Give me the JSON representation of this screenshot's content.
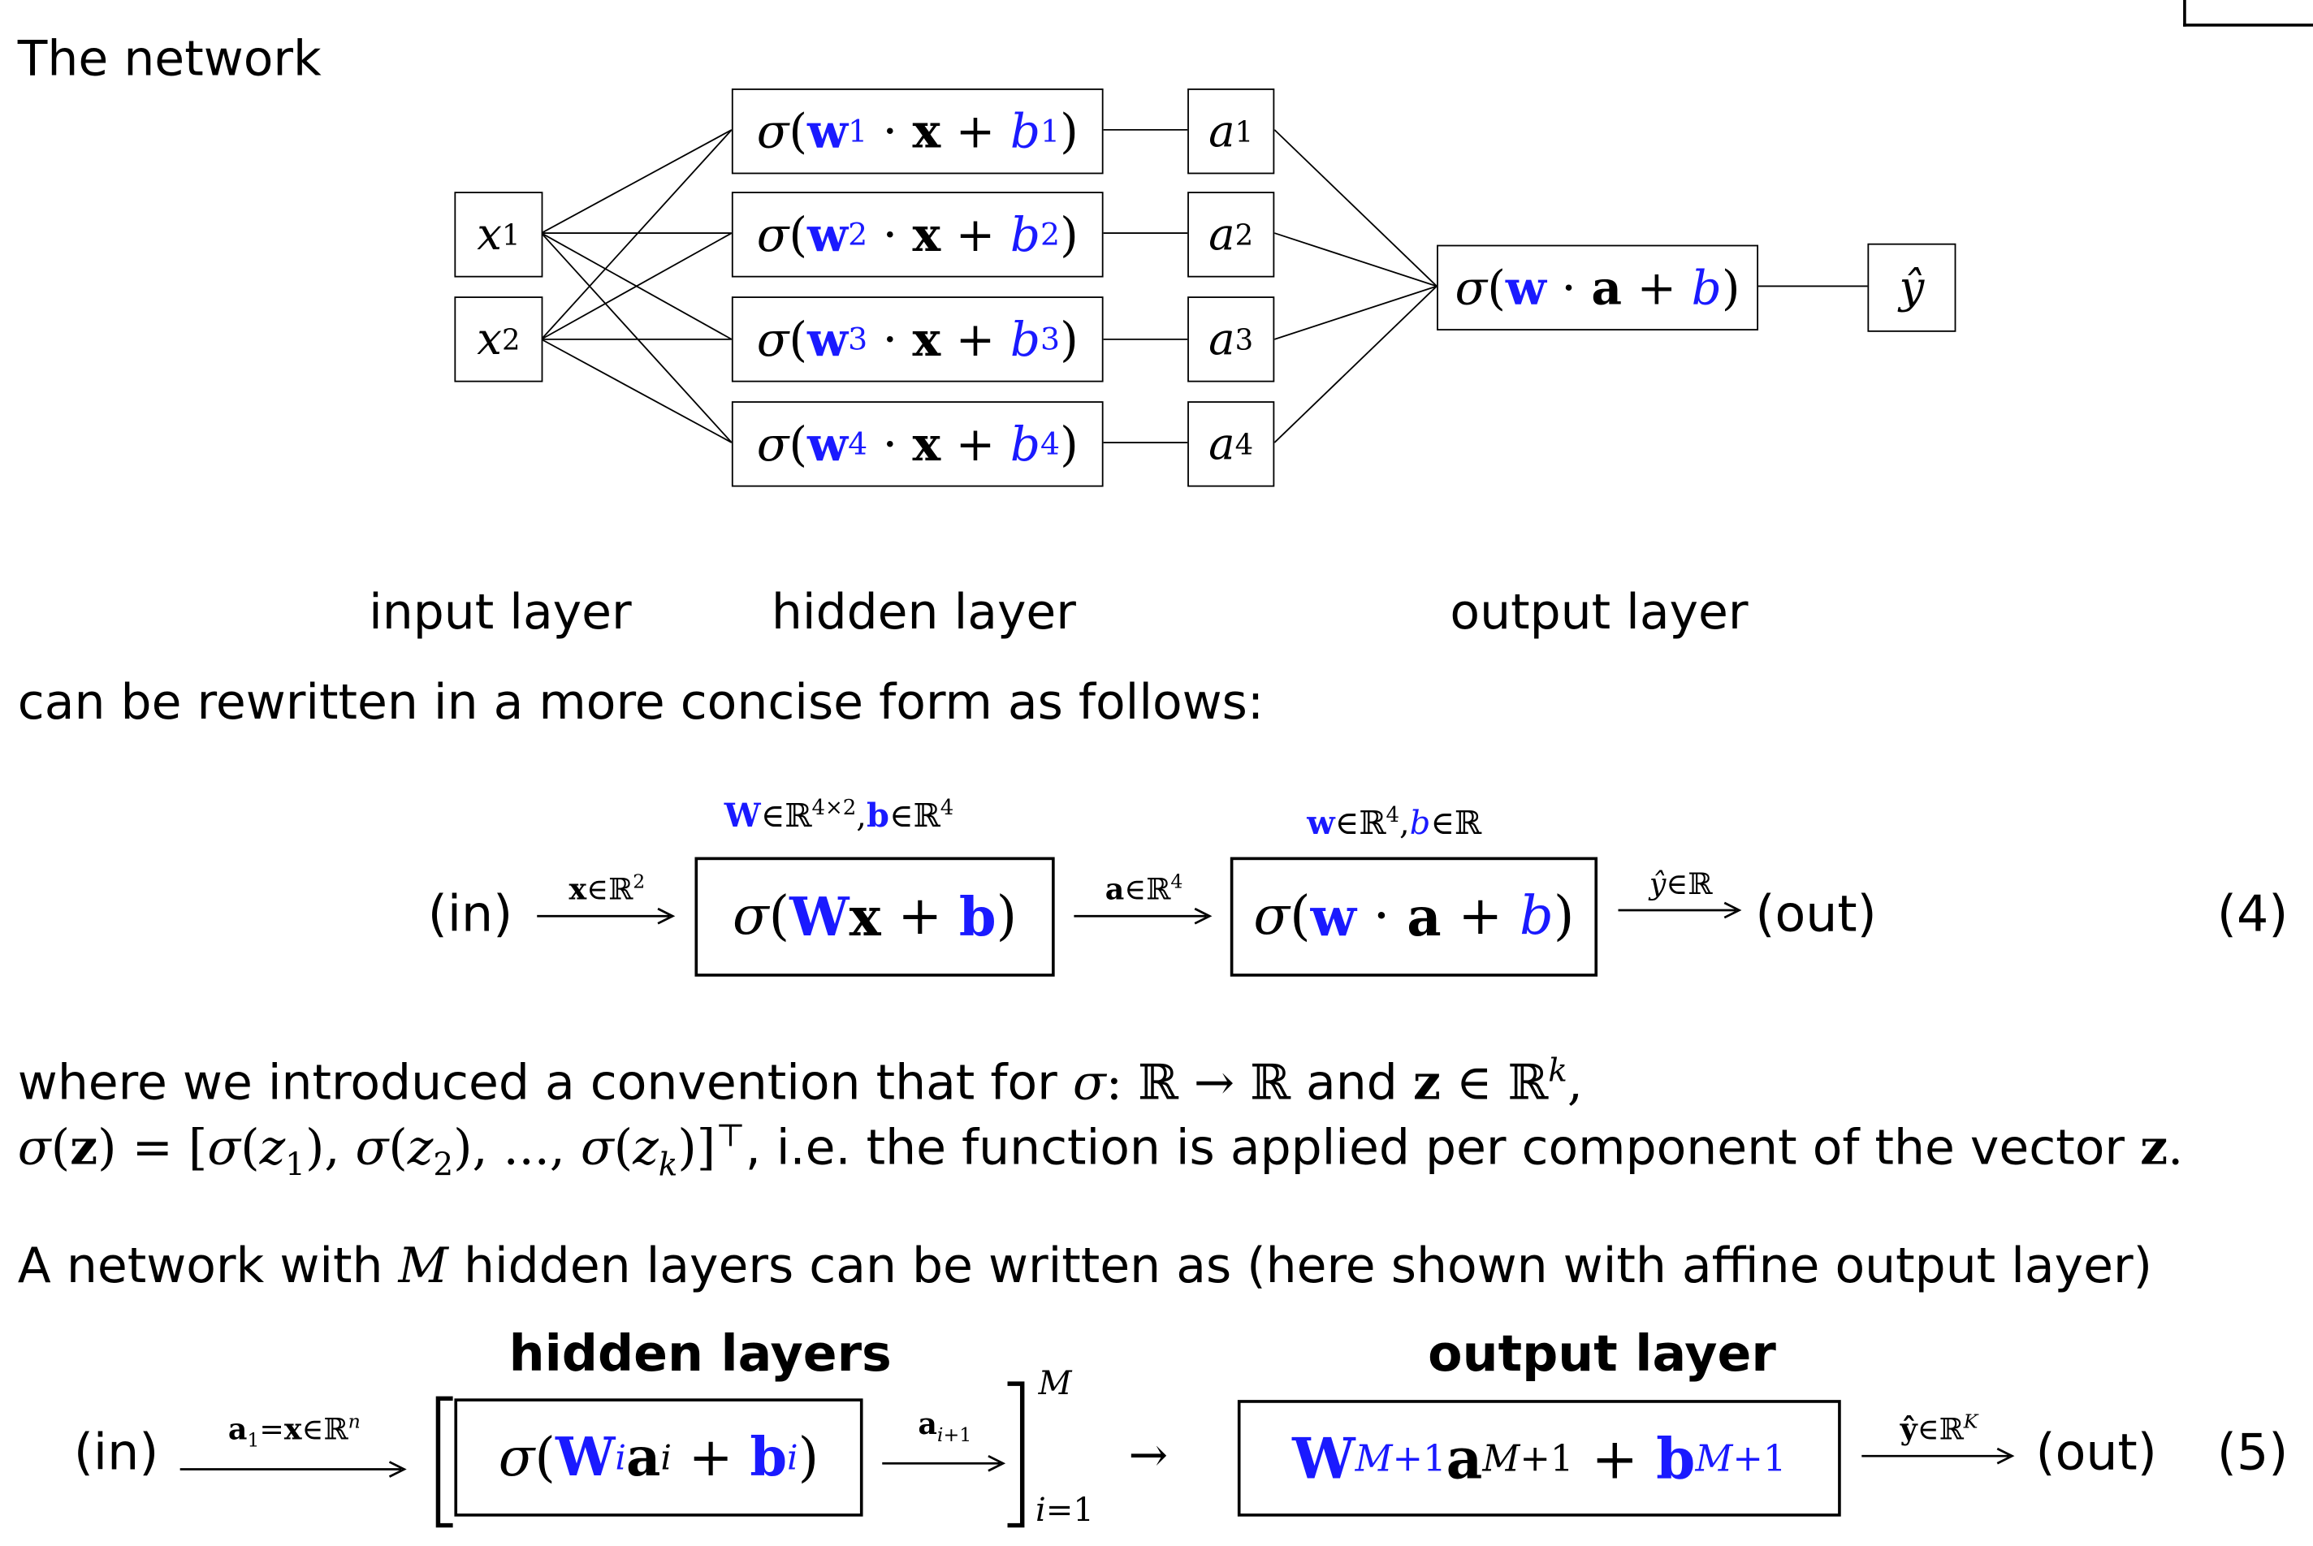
{
  "heading": "The network",
  "inputs": [
    "x1",
    "x2"
  ],
  "hidden_nodes": [
    {
      "w": "w",
      "i": "1",
      "b": "b"
    },
    {
      "w": "w",
      "i": "2",
      "b": "b"
    },
    {
      "w": "w",
      "i": "3",
      "b": "b"
    },
    {
      "w": "w",
      "i": "4",
      "b": "b"
    }
  ],
  "activations": [
    "1",
    "2",
    "3",
    "4"
  ],
  "output_node": "σ(w · a + b)",
  "yhat": "ŷ",
  "layer_labels": {
    "input": "input layer",
    "hidden": "hidden layer",
    "output": "output layer"
  },
  "rewrite_text": "can be rewritten in a more concise form as follows:",
  "eq4": {
    "in": "(in)",
    "arrow1": "x∈ℝ²",
    "box1_top": "W∈ℝ⁴ˣ²,b∈ℝ⁴",
    "box1": "σ(Wx + b)",
    "arrow2": "a∈ℝ⁴",
    "box2_top": "w∈ℝ⁴,b∈ℝ",
    "box2": "σ(w · a + b)",
    "arrow3": "ŷ∈ℝ",
    "out": "(out)",
    "number": "(4)"
  },
  "convention_line1_a": "where we introduced a convention that for ",
  "convention_line1_math1": "σ: ℝ → ℝ",
  "convention_line1_b": " and ",
  "convention_line1_math2": "z ∈ ℝᵏ,",
  "convention_line2_math": "σ(z) = [σ(z₁), σ(z₂), ..., σ(zₖ)]ᵀ",
  "convention_line2_b": ", i.e. the function is applied per component of the vector ",
  "convention_line2_z": "z.",
  "m_layers_a": "A network with ",
  "m_layers_M": "M",
  "m_layers_b": " hidden layers can be written as (here shown with affine output layer)",
  "eq5": {
    "in": "(in)",
    "arrow1": "a₁=x∈ℝⁿ",
    "hidden_title": "hidden layers",
    "box1": "σ(Wᵢaᵢ + bᵢ)",
    "arrow2": "aᵢ₊₁",
    "sup": "M",
    "sub": "i=1",
    "mid_arrow": "→",
    "output_title": "output layer",
    "box2": "W_{M+1} a_{M+1} + b_{M+1}",
    "arrow3": "ŷ∈ℝᴷ",
    "out": "(out)",
    "number": "(5)"
  },
  "colors": {
    "accent": "#1a1aff",
    "text": "#000000"
  }
}
